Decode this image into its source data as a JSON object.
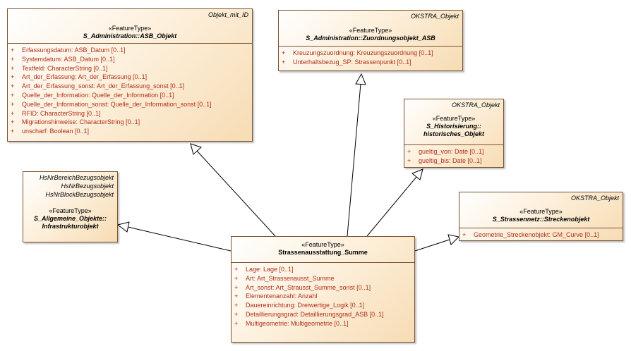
{
  "classes": {
    "asb_objekt": {
      "parents": [
        "Objekt_mit_ID"
      ],
      "stereotype": "«FeatureType»",
      "name": "S_Administration::ASB_Objekt",
      "attributes": [
        {
          "vis": "+",
          "text": "Erfassungsdatum: ASB_Datum [0..1]"
        },
        {
          "vis": "+",
          "text": "Systemdatum: ASB_Datum [0..1]"
        },
        {
          "vis": "+",
          "text": "Textfeld: CharacterString [0..1]"
        },
        {
          "vis": "+",
          "text": "Art_der_Erfassung: Art_der_Erfassung [0..1]"
        },
        {
          "vis": "+",
          "text": "Art_der_Erfassung_sonst: Art_der_Erfassung_sonst [0..1]"
        },
        {
          "vis": "+",
          "text": "Quelle_der_Information: Quelle_der_Information [0..1]"
        },
        {
          "vis": "+",
          "text": "Quelle_der_Information_sonst: Quelle_der_Information_sonst [0..1]"
        },
        {
          "vis": "+",
          "text": "RFID: CharacterString [0..1]"
        },
        {
          "vis": "+",
          "text": "Migrationshinweise: CharacterString [0..1]"
        },
        {
          "vis": "+",
          "text": "unscharf: Boolean [0..1]"
        }
      ]
    },
    "zuordnungsobjekt": {
      "parents": [
        "OKSTRA_Objekt"
      ],
      "stereotype": "«FeatureType»",
      "name": "S_Administration::Zuordnungsobjekt_ASB",
      "attributes": [
        {
          "vis": "+",
          "text": "Kreuzungszuordnung: Kreuzungszuordnung [0..1]"
        },
        {
          "vis": "+",
          "text": "Unterhaltsbezug_SP: Strassenpunkt [0..1]"
        }
      ]
    },
    "historisches": {
      "parents": [
        "OKSTRA_Objekt"
      ],
      "stereotype": "«FeatureType»",
      "name_lines": [
        "S_Historisierung::",
        "historisches_Objekt"
      ],
      "attributes": [
        {
          "vis": "+",
          "text": "gueltig_von: Date [0..1]"
        },
        {
          "vis": "+",
          "text": "gueltig_bis: Date [0..1]"
        }
      ]
    },
    "infrastruktur": {
      "parents": [
        "HsNrBereichBezugsobjekt",
        "HsNrBezugsobjekt",
        "HsNrBlockBezugsobjekt"
      ],
      "stereotype": "«FeatureType»",
      "name_lines": [
        "S_Allgemeine_Objekte::",
        "Infrastrukturobjekt"
      ],
      "attributes": []
    },
    "streckenobjekt": {
      "parents": [
        "OKSTRA_Objekt"
      ],
      "stereotype": "«FeatureType»",
      "name": "S_Strassennetz::Streckenobjekt",
      "attributes": [
        {
          "vis": "+",
          "text": "Geometrie_Streckenobjekt: GM_Curve [0..1]"
        }
      ]
    },
    "summe": {
      "parents": [],
      "stereotype": "«FeatureType»",
      "name": "Strassenausstattung_Summe",
      "attributes": [
        {
          "vis": "+",
          "text": "Lage: Lage [0..1]"
        },
        {
          "vis": "+",
          "text": "Art: Art_Strassenausst_Summe"
        },
        {
          "vis": "+",
          "text": "Art_sonst: Art_Strausst_Summe_sonst [0..1]"
        },
        {
          "vis": "+",
          "text": "Elementenanzahl: Anzahl"
        },
        {
          "vis": "+",
          "text": "Dauereinrichtung: Dreiwertige_Logik [0..1]"
        },
        {
          "vis": "+",
          "text": "Detaillierungsgrad: Detaillierungsgrad_ASB [0..1]"
        },
        {
          "vis": "+",
          "text": "Multigeometrie: Multigeometrie [0..1]"
        }
      ]
    }
  },
  "colors": {
    "border": "#7a5230",
    "attribute_text": "#b0301c",
    "fill_light": "#fdf0dc",
    "fill_dark": "#f7dcb4",
    "connector": "#000000"
  }
}
